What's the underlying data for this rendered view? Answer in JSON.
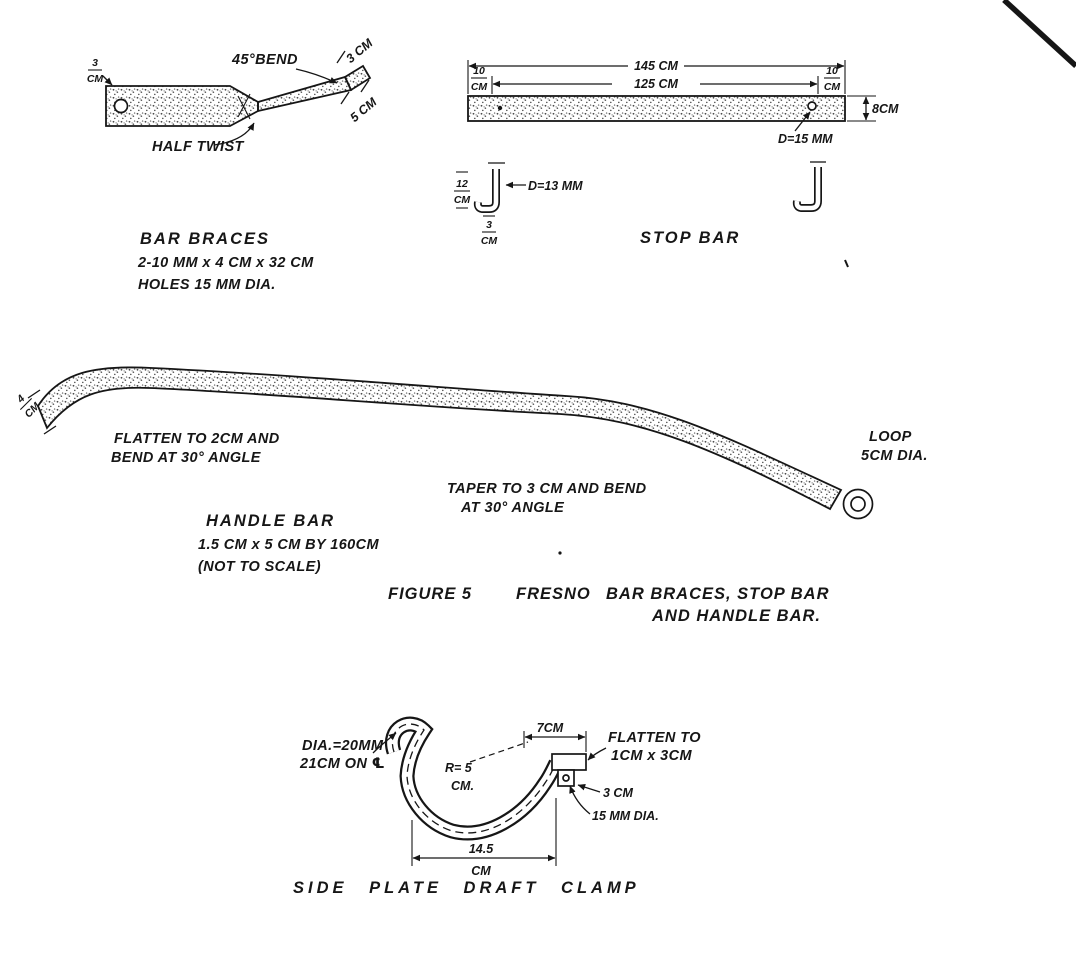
{
  "page": {
    "background": "#ffffff",
    "ink": "#161616",
    "description": "Hand-drawn engineering figure of Fresno scraper parts"
  },
  "bar_braces": {
    "dim_end_num": "3",
    "dim_end_unit": "CM",
    "bend_label": "45°BEND",
    "dim_bend": "3 CM",
    "dim_tip": "5 CM",
    "half_twist_label": "HALF TWIST",
    "title": "BAR BRACES",
    "spec_line1": "2-10 MM x 4 CM x 32 CM",
    "spec_line2": "HOLES 15 MM DIA."
  },
  "stop_bar": {
    "dim_overall": "145 CM",
    "dim_inner": "125 CM",
    "dim_left_num": "10",
    "dim_left_unit": "CM",
    "dim_right_num": "10",
    "dim_right_unit": "CM",
    "dim_height": "8CM",
    "hole_label": "D=15 MM",
    "title": "STOP BAR"
  },
  "stop_bolt": {
    "dim_length_num": "12",
    "dim_length_unit": "CM",
    "dim_foot_num": "3",
    "dim_foot_unit": "CM",
    "dia_label": "D=13 MM"
  },
  "handle_bar": {
    "dim_end_num": "4",
    "dim_end_unit": "CM",
    "flatten_line1": "FLATTEN TO 2CM AND",
    "flatten_line2": "BEND AT 30° ANGLE",
    "taper_line1": "TAPER TO 3 CM AND BEND",
    "taper_line2": "AT 30° ANGLE",
    "loop_line1": "LOOP",
    "loop_line2": "5CM DIA.",
    "title": "HANDLE BAR",
    "spec_line1": "1.5 CM x 5 CM BY 160CM",
    "spec_line2": "(NOT TO SCALE)"
  },
  "caption": {
    "figure_no": "FIGURE 5",
    "series": "FRESNO",
    "line1_rest": "BAR BRACES, STOP BAR",
    "line2": "AND HANDLE BAR."
  },
  "draft_clamp": {
    "dia_line1": "DIA.=20MM",
    "dia_line2": "21CM ON ℄",
    "radius_line1": "R= 5",
    "radius_line2": "CM.",
    "dim_top": "7CM",
    "flatten_line1": "FLATTEN TO",
    "flatten_line2": "1CM x 3CM",
    "dim_block": "3 CM",
    "hole_label": "15 MM DIA.",
    "dim_width_num": "14.5",
    "dim_width_unit": "CM",
    "title": "SIDE PLATE DRAFT CLAMP"
  }
}
